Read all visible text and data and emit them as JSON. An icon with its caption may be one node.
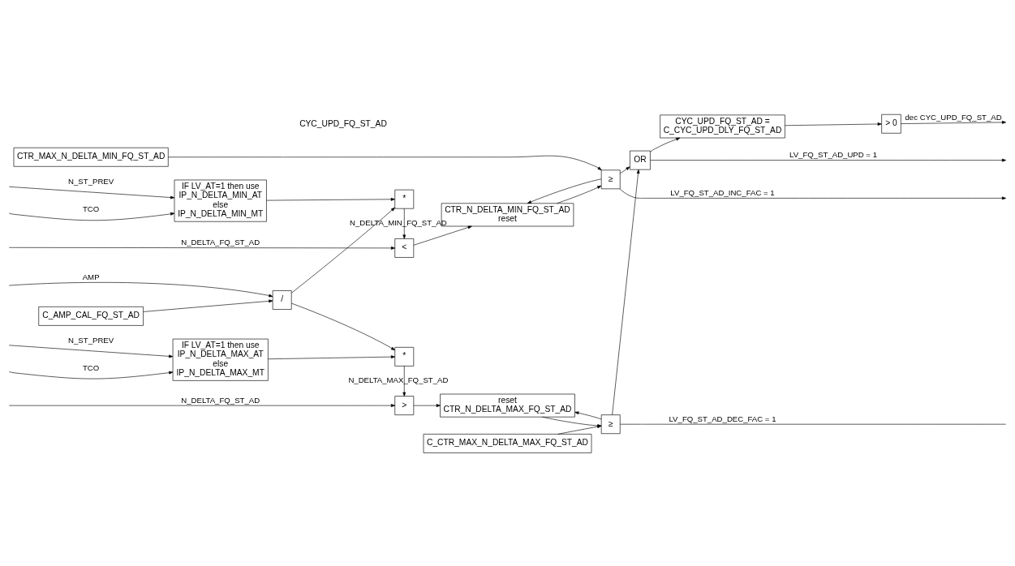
{
  "diagram": {
    "nodes": [
      {
        "text": [
          "CTR_MAX_N_DELTA_MIN_FQ_ST_AD"
        ]
      },
      {
        "text": [
          "<"
        ]
      },
      {
        "text": [
          "CTR_N_DELTA_MIN_FQ_ST_AD",
          "reset"
        ]
      },
      {
        "text": [
          "≥"
        ]
      },
      {
        "text": [
          "IF LV_AT=1 then use IP_N_DELTA_MIN_AT else IP_N_DELTA_MIN_MT"
        ]
      },
      {
        "text": [
          "*"
        ]
      },
      {
        "text": [
          "/"
        ]
      },
      {
        "text": [
          "C_AMP_CAL_FQ_ST_AD"
        ]
      },
      {
        "text": [
          "CYC_UPD_FQ_ST_AD = C_CYC_UPD_DLY_FQ_ST_AD"
        ]
      },
      {
        "text": [
          "> 0"
        ]
      },
      {
        "text": [
          "OR"
        ]
      },
      {
        "text": [
          "IF LV_AT=1 then use IP_N_DELTA_MAX_AT else IP_N_DELTA_MAX_MT"
        ]
      },
      {
        "text": [
          "*"
        ]
      },
      {
        "text": [
          ">"
        ]
      },
      {
        "text": [
          "reset",
          "CTR_N_DELTA_MAX_FQ_ST_AD"
        ]
      },
      {
        "text": [
          "≥"
        ]
      },
      {
        "text": [
          "C_CTR_MAX_N_DELTA_MAX_FQ_ST_AD"
        ]
      }
    ],
    "edges": [
      {
        "from": null,
        "to": 1,
        "arrow": "to",
        "label": "N_DELTA_FQ_ST_AD"
      },
      {
        "from": 1,
        "to": 2,
        "arrow": "to"
      },
      {
        "from": 0,
        "to": 3,
        "arrow": "to"
      },
      {
        "from": 2,
        "to": 3,
        "arrow": "to"
      },
      {
        "from": 3,
        "to": 2,
        "arrow": "to"
      },
      {
        "from": 3,
        "to": null,
        "arrow": "to",
        "label": "LV_FQ_ST_AD_INC_FAC = 1"
      },
      {
        "from": 5,
        "to": 1,
        "arrow": "to",
        "label": "N_DELTA_MIN_FQ_ST_AD"
      },
      {
        "from": null,
        "to": 4,
        "arrow": "to",
        "label": "TCO"
      },
      {
        "from": null,
        "to": 4,
        "arrow": "to",
        "label": "N_ST_PREV"
      },
      {
        "from": 4,
        "to": 5,
        "arrow": "to"
      },
      {
        "from": null,
        "to": 6,
        "arrow": "to",
        "label": "AMP"
      },
      {
        "from": 7,
        "to": 6,
        "arrow": "to"
      },
      {
        "from": 6,
        "to": 5,
        "arrow": "to"
      },
      {
        "from": 6,
        "to": 12,
        "arrow": "to"
      },
      {
        "from": 3,
        "to": 10,
        "arrow": "to"
      },
      {
        "from": 10,
        "to": 8,
        "arrow": "to"
      },
      {
        "from": 8,
        "to": 9,
        "arrow": "to"
      },
      {
        "from": 9,
        "to": null,
        "arrow": "to",
        "label": "dec CYC_UPD_FQ_ST_AD"
      },
      {
        "from": 10,
        "to": null,
        "arrow": "to",
        "label": "LV_FQ_ST_AD_UPD = 1"
      },
      {
        "from": 15,
        "to": 10,
        "arrow": "to"
      },
      {
        "from": null,
        "to": 11,
        "arrow": "to",
        "label": "TCO"
      },
      {
        "from": null,
        "to": 11,
        "arrow": "to",
        "label": "N_ST_PREV"
      },
      {
        "from": 11,
        "to": 12,
        "arrow": "to"
      },
      {
        "from": 12,
        "to": 13,
        "arrow": "to",
        "label": "N_DELTA_MAX_FQ_ST_AD"
      },
      {
        "from": null,
        "to": 13,
        "arrow": "to",
        "label": "N_DELTA_FQ_ST_AD"
      },
      {
        "from": 13,
        "to": 14,
        "arrow": "to"
      },
      {
        "from": 14,
        "to": 15,
        "arrow": "to"
      },
      {
        "from": 15,
        "to": 14,
        "arrow": "to"
      },
      {
        "from": 16,
        "to": 15,
        "arrow": "to"
      },
      {
        "from": 15,
        "to": null,
        "arrow": "none",
        "label": "LV_FQ_ST_AD_DEC_FAC = 1"
      }
    ],
    "labels": [
      "CYC_UPD_FQ_ST_AD"
    ]
  }
}
